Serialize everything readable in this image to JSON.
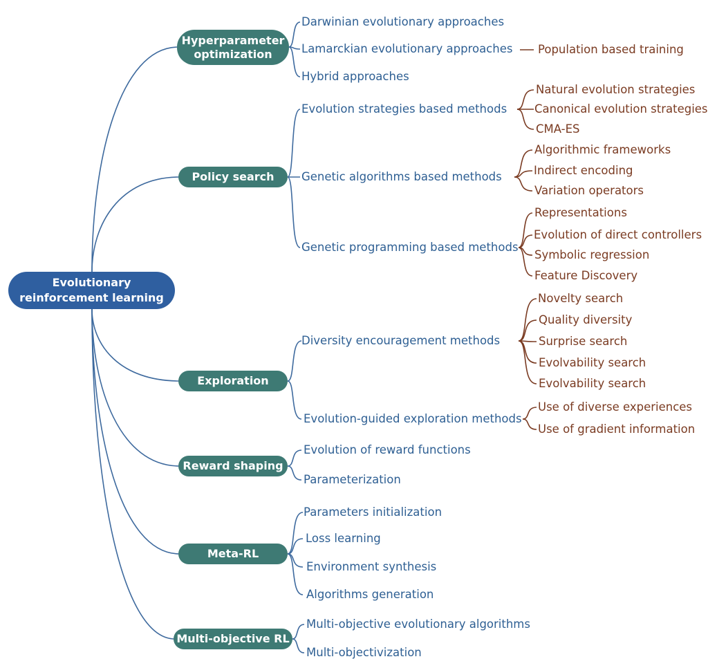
{
  "colors": {
    "root_fill": "#2f5fa0",
    "category_fill": "#3e7a74",
    "level2_text": "#2e5f93",
    "level3_text": "#7a3b22",
    "connector_blue": "#3e6a9e",
    "connector_brown": "#7a3b22"
  },
  "root": {
    "label": "Evolutionary\nreinforcement learning"
  },
  "categories": [
    {
      "label": "Hyperparameter\noptimization",
      "children": [
        {
          "label": "Darwinian evolutionary approaches"
        },
        {
          "label": "Lamarckian evolutionary approaches",
          "children": [
            {
              "label": "Population based training"
            }
          ]
        },
        {
          "label": "Hybrid approaches"
        }
      ]
    },
    {
      "label": "Policy search",
      "children": [
        {
          "label": "Evolution strategies based methods",
          "children": [
            {
              "label": "Natural evolution strategies"
            },
            {
              "label": "Canonical evolution strategies"
            },
            {
              "label": "CMA-ES"
            }
          ]
        },
        {
          "label": "Genetic algorithms based methods",
          "children": [
            {
              "label": "Algorithmic frameworks"
            },
            {
              "label": "Indirect encoding"
            },
            {
              "label": "Variation operators"
            }
          ]
        },
        {
          "label": "Genetic programming based methods",
          "children": [
            {
              "label": "Representations"
            },
            {
              "label": "Evolution of direct controllers"
            },
            {
              "label": "Symbolic regression"
            },
            {
              "label": "Feature Discovery"
            }
          ]
        }
      ]
    },
    {
      "label": "Exploration",
      "children": [
        {
          "label": "Diversity encouragement methods",
          "children": [
            {
              "label": "Novelty search"
            },
            {
              "label": "Quality diversity"
            },
            {
              "label": "Surprise search"
            },
            {
              "label": "Evolvability search"
            },
            {
              "label": "Evolvability search"
            }
          ]
        },
        {
          "label": "Evolution-guided exploration methods",
          "children": [
            {
              "label": "Use of diverse experiences"
            },
            {
              "label": "Use of gradient information"
            }
          ]
        }
      ]
    },
    {
      "label": "Reward shaping",
      "children": [
        {
          "label": "Evolution of reward functions"
        },
        {
          "label": "Parameterization"
        }
      ]
    },
    {
      "label": "Meta-RL",
      "children": [
        {
          "label": "Parameters initialization"
        },
        {
          "label": "Loss learning"
        },
        {
          "label": "Environment synthesis"
        },
        {
          "label": "Algorithms generation"
        }
      ]
    },
    {
      "label": "Multi-objective RL",
      "children": [
        {
          "label": "Multi-objective evolutionary algorithms"
        },
        {
          "label": "Multi-objectivization"
        }
      ]
    }
  ]
}
